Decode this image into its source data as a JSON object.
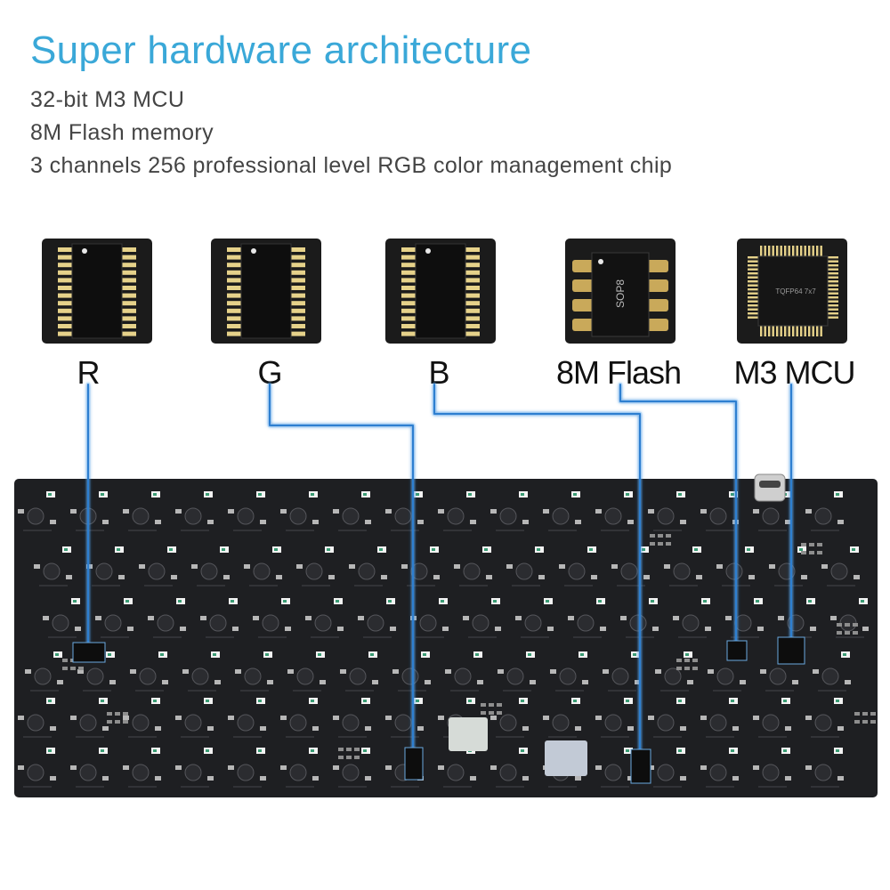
{
  "page": {
    "title": "Super hardware architecture",
    "specs": [
      "32-bit M3 MCU",
      "8M Flash memory",
      "3 channels 256 professional level RGB color management chip"
    ]
  },
  "chips": [
    {
      "label": "R",
      "package": "soic"
    },
    {
      "label": "G",
      "package": "soic"
    },
    {
      "label": "B",
      "package": "soic"
    },
    {
      "label": "8M Flash",
      "package": "sop8",
      "marking": "SOP8"
    },
    {
      "label": "M3 MCU",
      "package": "tqfp",
      "marking": "TQFP64 7x7"
    }
  ],
  "colors": {
    "title": "#3aa8d8",
    "trace": "#2d7fd0",
    "pcb": "#1e1f22",
    "spec_text": "#444444"
  }
}
